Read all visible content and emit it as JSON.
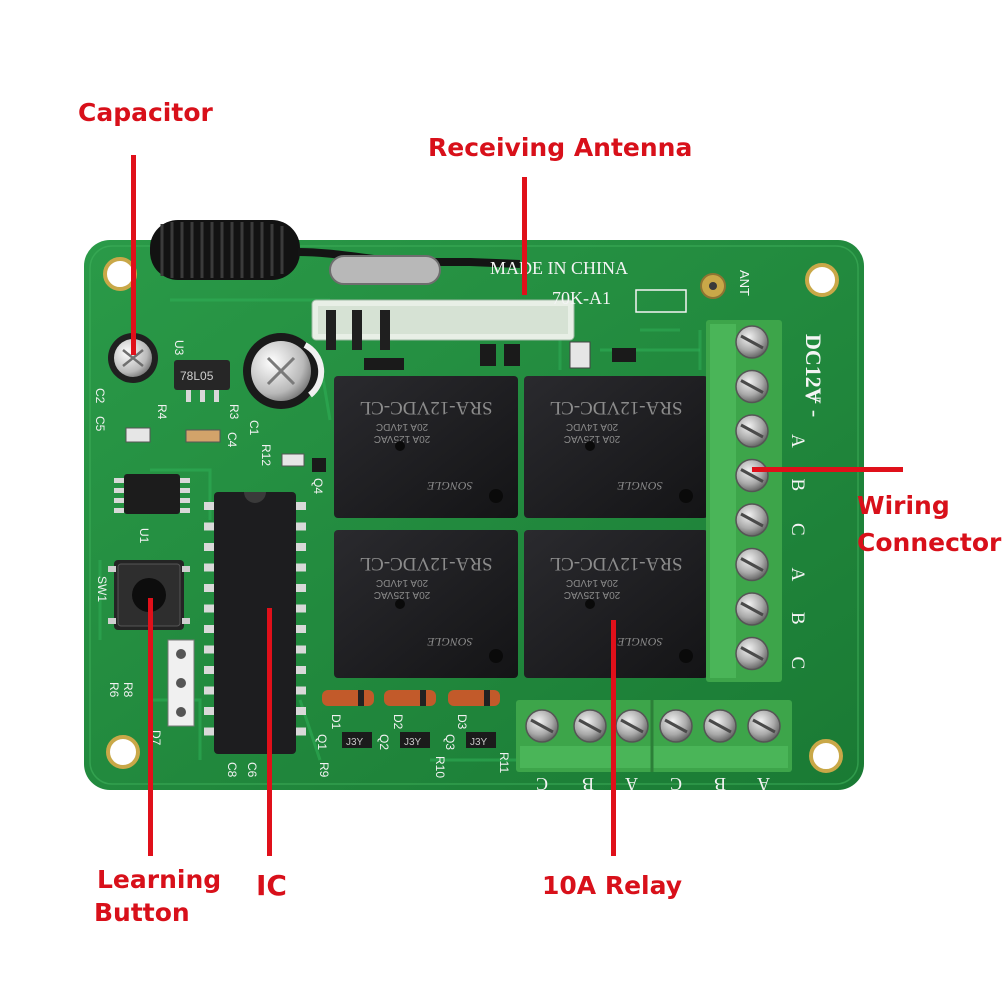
{
  "callouts": {
    "capacitor": "Capacitor",
    "antenna": "Receiving Antenna",
    "wiring": [
      "Wiring",
      "Connector"
    ],
    "learning": [
      "Learning",
      "Button"
    ],
    "ic": "IC",
    "relay": "10A Relay"
  },
  "board": {
    "made_in": "MADE IN CHINA",
    "module_code": "70K-A1",
    "ant": "ANT",
    "power": "DC12V",
    "plus_minus": "+ -",
    "reg": "78L05",
    "relay_model": "SRA-12VDC-CL",
    "relay_spec": [
      "20A 14VDC",
      "20A 125VAC"
    ],
    "relay_brand": "SONGLE",
    "chip_mark": "J3Y",
    "side_terminal_letters": [
      "A",
      "B",
      "C",
      "A",
      "B",
      "C"
    ],
    "bottom_terminal_letters": [
      "C",
      "B",
      "A",
      "C",
      "B",
      "A"
    ],
    "silk": {
      "u3": "U3",
      "c2": "C2",
      "c5": "C5",
      "c1": "C1",
      "c4": "C4",
      "r3": "R3",
      "r4": "R4",
      "r12": "R12",
      "q4": "Q4",
      "u1": "U1",
      "sw1": "SW1",
      "r6": "R6",
      "r8": "R8",
      "d7": "D7",
      "c6": "C6",
      "c8": "C8",
      "q1": "Q1",
      "q2": "Q2",
      "q3": "Q3",
      "d1": "D1",
      "d2": "D2",
      "d3": "D3",
      "r9": "R9",
      "r10": "R10",
      "r11": "R11"
    }
  },
  "colors": {
    "callout_text": "#d8101a",
    "pcb": "#1e8a3c",
    "terminal": "#3fa44d",
    "relay": "#1c1c1e"
  }
}
